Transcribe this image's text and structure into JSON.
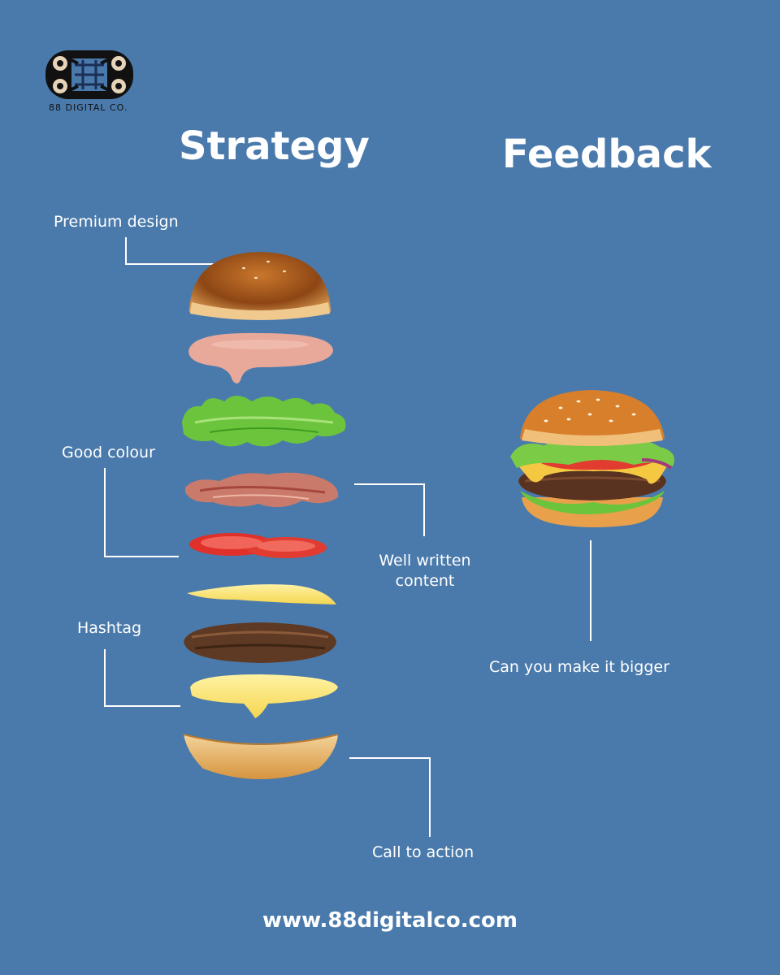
{
  "brand": {
    "logo_text": "88 DIGITAL CO."
  },
  "headings": {
    "left": "Strategy",
    "right": "Feedback"
  },
  "strategy_labels": {
    "premium_design": "Premium design",
    "good_colour": "Good colour",
    "hashtag": "Hashtag",
    "well_written_line1": "Well written",
    "well_written_line2": "content",
    "call_to_action": "Call to action"
  },
  "feedback_label": "Can you make it bigger",
  "footer": {
    "website": "www.88digitalco.com"
  },
  "colors": {
    "background": "#4a7aab",
    "text": "#ffffff",
    "lines": "#ffffff"
  }
}
